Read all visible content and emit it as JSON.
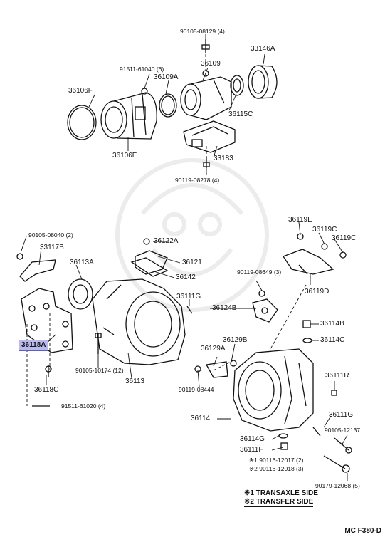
{
  "parts": {
    "p90105_08129": "90105-08129 (4)",
    "p33146A": "33146A",
    "p91511_61040": "91511-61040 (6)",
    "p36109": "36109",
    "p36109A": "36109A",
    "p36106F": "36106F",
    "p36115C": "36115C",
    "p36106E": "36106E",
    "p33183": "33183",
    "p90119_08278": "90119-08278 (4)",
    "p90105_08040": "90105-08040 (2)",
    "p36122A": "36122A",
    "p33117B": "33117B",
    "p36121": "36121",
    "p36113A": "36113A",
    "p36142": "36142",
    "p36111G_a": "36111G",
    "p36119E": "36119E",
    "p36119C_a": "36119C",
    "p36119C_b": "36119C",
    "p90119_08649": "90119-08649 (3)",
    "p36119D": "36119D",
    "p36124B": "36124B",
    "p36114B": "36114B",
    "p36114C": "36114C",
    "p36118A": "36118A",
    "p36129B": "36129B",
    "p36129A": "36129A",
    "p90105_10174": "90105-10174 (12)",
    "p36113": "36113",
    "p36118C": "36118C",
    "p90119_08444": "90119-08444",
    "p36111R": "36111R",
    "p91511_61020": "91511-61020 (4)",
    "p36114": "36114",
    "p36111G_b": "36111G",
    "p90105_12137": "90105-12137",
    "p36114G": "36114G",
    "p36111F": "36111F",
    "p90116_12017": "※1 90116-12017 (2)",
    "p90116_12018": "※2 90116-12018 (3)",
    "p90179_12068": "90179-12068 (5)"
  },
  "legend": {
    "line1": "※1 TRANSAXLE SIDE",
    "line2": "※2 TRANSFER SIDE"
  },
  "diagram_code": "MC F380-D",
  "highlight_color": "#b9b9ee"
}
